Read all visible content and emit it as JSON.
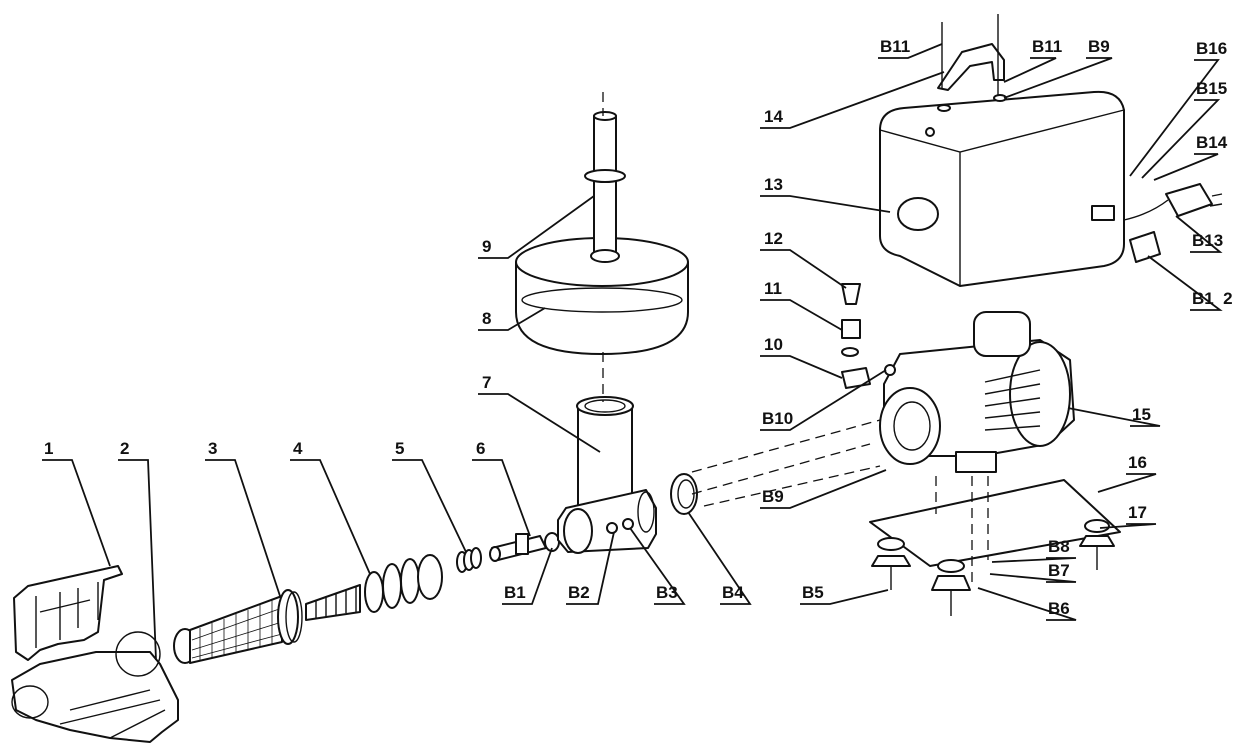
{
  "callouts": [
    {
      "id": "c1",
      "text": "1"
    },
    {
      "id": "c2",
      "text": "2"
    },
    {
      "id": "c3",
      "text": "3"
    },
    {
      "id": "c4",
      "text": "4"
    },
    {
      "id": "c5",
      "text": "5"
    },
    {
      "id": "c6",
      "text": "6"
    },
    {
      "id": "c7",
      "text": "7"
    },
    {
      "id": "c8",
      "text": "8"
    },
    {
      "id": "c9",
      "text": "9"
    },
    {
      "id": "c10",
      "text": "10"
    },
    {
      "id": "c11",
      "text": "11"
    },
    {
      "id": "c12",
      "text": "12"
    },
    {
      "id": "c13",
      "text": "13"
    },
    {
      "id": "c14",
      "text": "14"
    },
    {
      "id": "c15",
      "text": "15"
    },
    {
      "id": "c16",
      "text": "16"
    },
    {
      "id": "c17",
      "text": "17"
    },
    {
      "id": "cB1",
      "text": "B1"
    },
    {
      "id": "cB2",
      "text": "B2"
    },
    {
      "id": "cB3",
      "text": "B3"
    },
    {
      "id": "cB4",
      "text": "B4"
    },
    {
      "id": "cB5",
      "text": "B5"
    },
    {
      "id": "cB6",
      "text": "B6"
    },
    {
      "id": "cB7",
      "text": "B7"
    },
    {
      "id": "cB8",
      "text": "B8"
    },
    {
      "id": "cB9a",
      "text": "B9"
    },
    {
      "id": "cB9b",
      "text": "B9"
    },
    {
      "id": "cB10",
      "text": "B10"
    },
    {
      "id": "cB11a",
      "text": "B11"
    },
    {
      "id": "cB11b",
      "text": "B11"
    },
    {
      "id": "cB12",
      "text": "B1  2"
    },
    {
      "id": "cB13",
      "text": "B13"
    },
    {
      "id": "cB14",
      "text": "B14"
    },
    {
      "id": "cB15",
      "text": "B15"
    },
    {
      "id": "cB16",
      "text": "B16"
    }
  ]
}
